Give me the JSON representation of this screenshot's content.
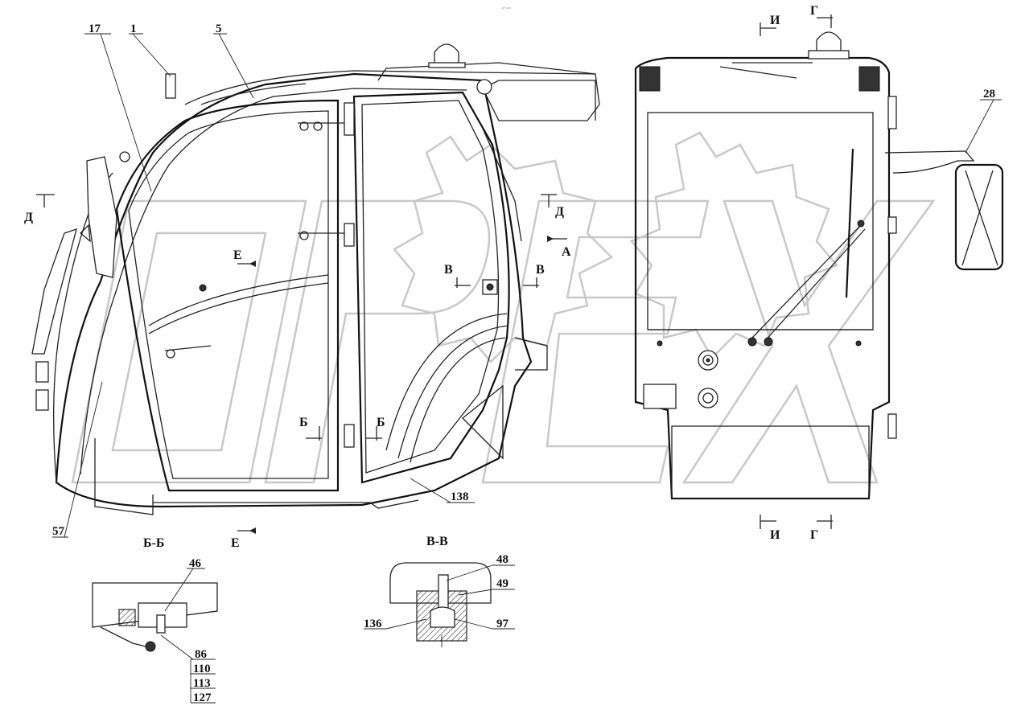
{
  "header": {
    "small_mark": "ᵉ⁰ ᵒᵒᵒ"
  },
  "callouts": {
    "c1": "1",
    "c5": "5",
    "c17": "17",
    "c28": "28",
    "c46": "46",
    "c48": "48",
    "c49": "49",
    "c57": "57",
    "c86": "86",
    "c97": "97",
    "c110": "110",
    "c113": "113",
    "c127": "127",
    "c136": "136",
    "c138": "138"
  },
  "section_marks": {
    "d_left": "Д",
    "d_right": "Д",
    "e_top": "Е",
    "e_bottom": "Е",
    "a_view": "А",
    "v_left": "В",
    "v_right": "В",
    "b_left": "Б",
    "b_right": "Б",
    "i_top": "И",
    "g_top": "Г",
    "i_bottom": "И",
    "g_bottom": "Г"
  },
  "section_titles": {
    "bb": "Б-Б",
    "vv": "В-В"
  },
  "watermark": {
    "text": "OPEX",
    "brand": "gear-logo"
  },
  "colors": {
    "line": "#222222",
    "watermark": "#c8c8c8",
    "paper": "#ffffff"
  }
}
